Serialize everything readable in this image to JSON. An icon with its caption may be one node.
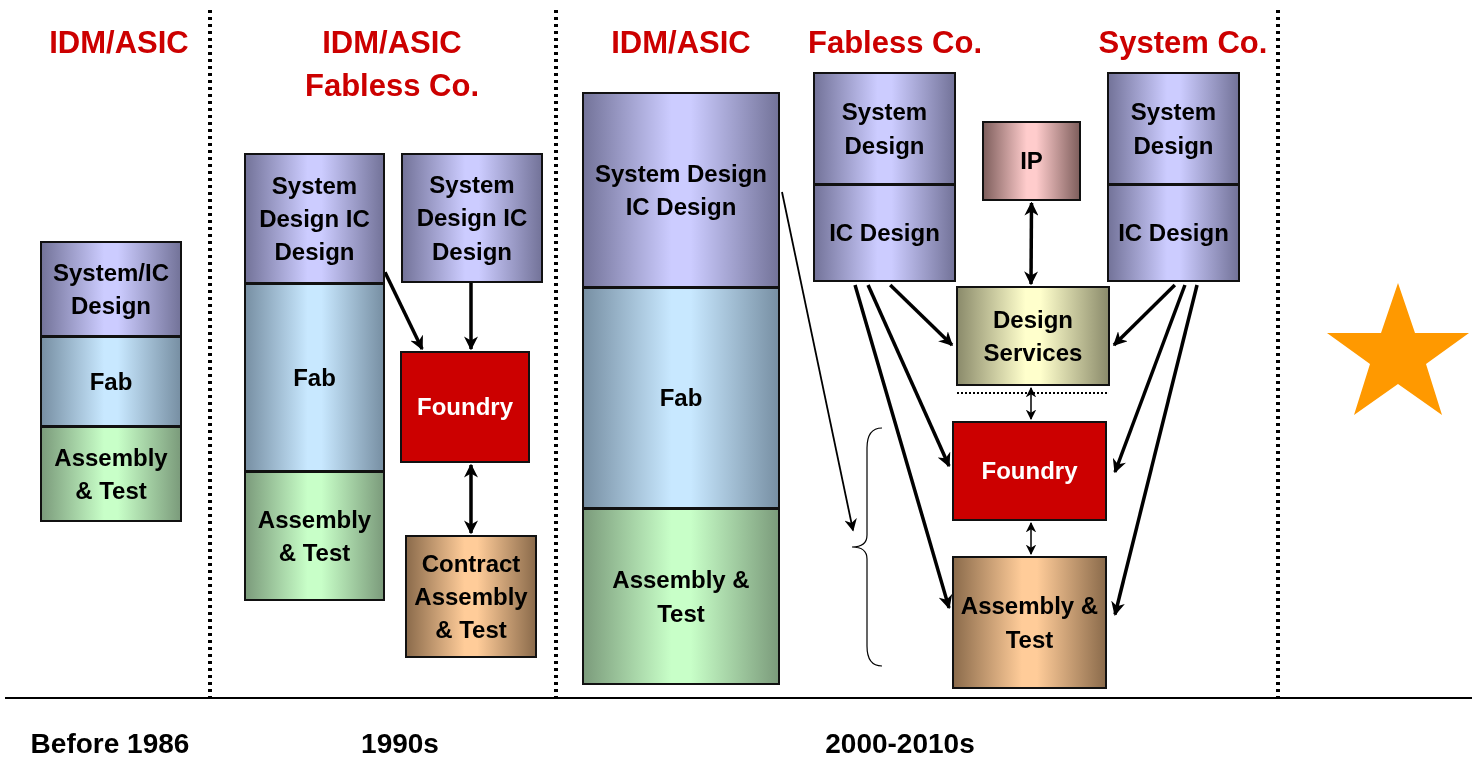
{
  "diagram": {
    "nodes": [
      {
        "text": [
          "System/IC Design"
        ]
      },
      {
        "text": [
          "Fab"
        ]
      },
      {
        "text": [
          "Assembly & Test"
        ]
      },
      {
        "text": [
          "System Design IC Design"
        ]
      },
      {
        "text": [
          "Fab"
        ]
      },
      {
        "text": [
          "Assembly & Test"
        ]
      },
      {
        "text": [
          "System Design IC Design"
        ]
      },
      {
        "text": [
          "Foundry"
        ]
      },
      {
        "text": [
          "Contract Assembly & Test"
        ]
      },
      {
        "text": [
          "System Design IC Design"
        ]
      },
      {
        "text": [
          "Fab"
        ]
      },
      {
        "text": [
          "Assembly & Test"
        ]
      },
      {
        "text": [
          "System Design"
        ]
      },
      {
        "text": [
          "IC Design"
        ]
      },
      {
        "text": [
          "IP"
        ]
      },
      {
        "text": [
          "System Design"
        ]
      },
      {
        "text": [
          "IC Design"
        ]
      },
      {
        "text": [
          "Design Services"
        ]
      },
      {
        "text": [
          "Foundry"
        ]
      },
      {
        "text": [
          "Assembly & Test"
        ]
      },
      {
        "text": [],
        "shape": "brace"
      }
    ],
    "edges": [
      {
        "from": 3,
        "to": 7,
        "arrow": "to"
      },
      {
        "from": 6,
        "to": 7,
        "arrow": "to"
      },
      {
        "from": 7,
        "to": 8,
        "arrow": "both"
      },
      {
        "from": 9,
        "to": 20,
        "arrow": "to"
      },
      {
        "from": 14,
        "to": 17,
        "arrow": "both"
      },
      {
        "from": 17,
        "to": 18,
        "arrow": "both"
      },
      {
        "from": 18,
        "to": 19,
        "arrow": "both"
      },
      {
        "from": 13,
        "to": 17,
        "arrow": "to"
      },
      {
        "from": 13,
        "to": 18,
        "arrow": "to"
      },
      {
        "from": 13,
        "to": 19,
        "arrow": "to"
      },
      {
        "from": 16,
        "to": 17,
        "arrow": "to"
      },
      {
        "from": 16,
        "to": 18,
        "arrow": "to"
      },
      {
        "from": 16,
        "to": 19,
        "arrow": "to"
      }
    ],
    "labels": [
      "IDM/ASIC",
      "IDM/ASIC",
      "Fabless Co.",
      "IDM/ASIC",
      "Fabless Co.",
      "System Co.",
      "Before 1986",
      "1990s",
      "2000-2010s"
    ]
  }
}
